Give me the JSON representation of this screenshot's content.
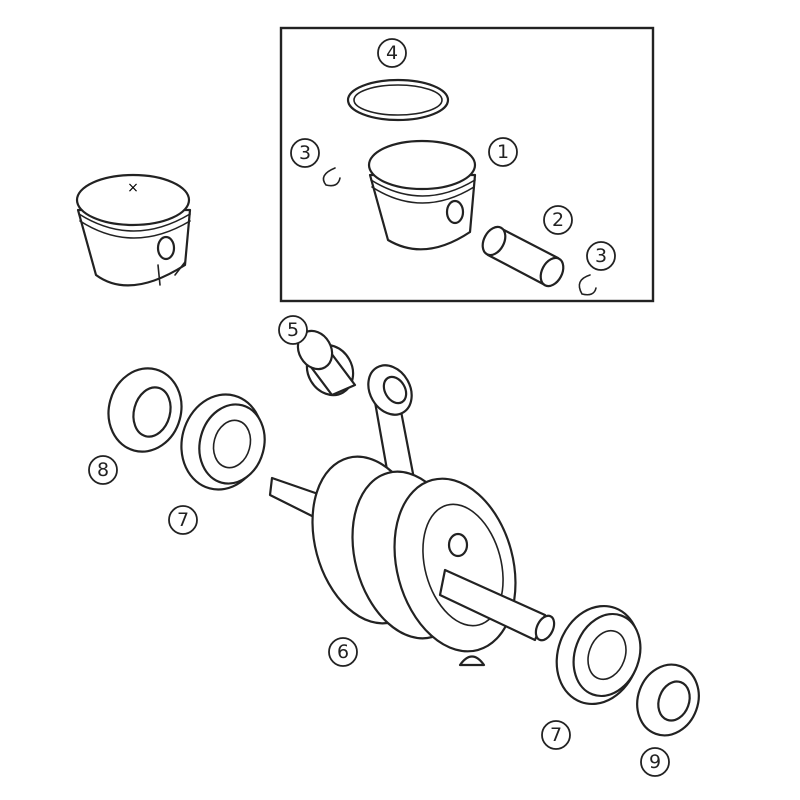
{
  "diagram": {
    "type": "exploded-parts-view",
    "callouts": [
      {
        "id": "4",
        "part": "piston-ring"
      },
      {
        "id": "3",
        "part": "circlip-left"
      },
      {
        "id": "1",
        "part": "piston"
      },
      {
        "id": "2",
        "part": "piston-pin"
      },
      {
        "id": "3",
        "part": "circlip-right"
      },
      {
        "id": "5",
        "part": "needle-bearing"
      },
      {
        "id": "8",
        "part": "shaft-seal-left"
      },
      {
        "id": "7",
        "part": "ball-bearing-left"
      },
      {
        "id": "6",
        "part": "crankshaft"
      },
      {
        "id": "7",
        "part": "ball-bearing-right"
      },
      {
        "id": "9",
        "part": "shaft-seal-right"
      }
    ],
    "piston_mark": "×"
  }
}
